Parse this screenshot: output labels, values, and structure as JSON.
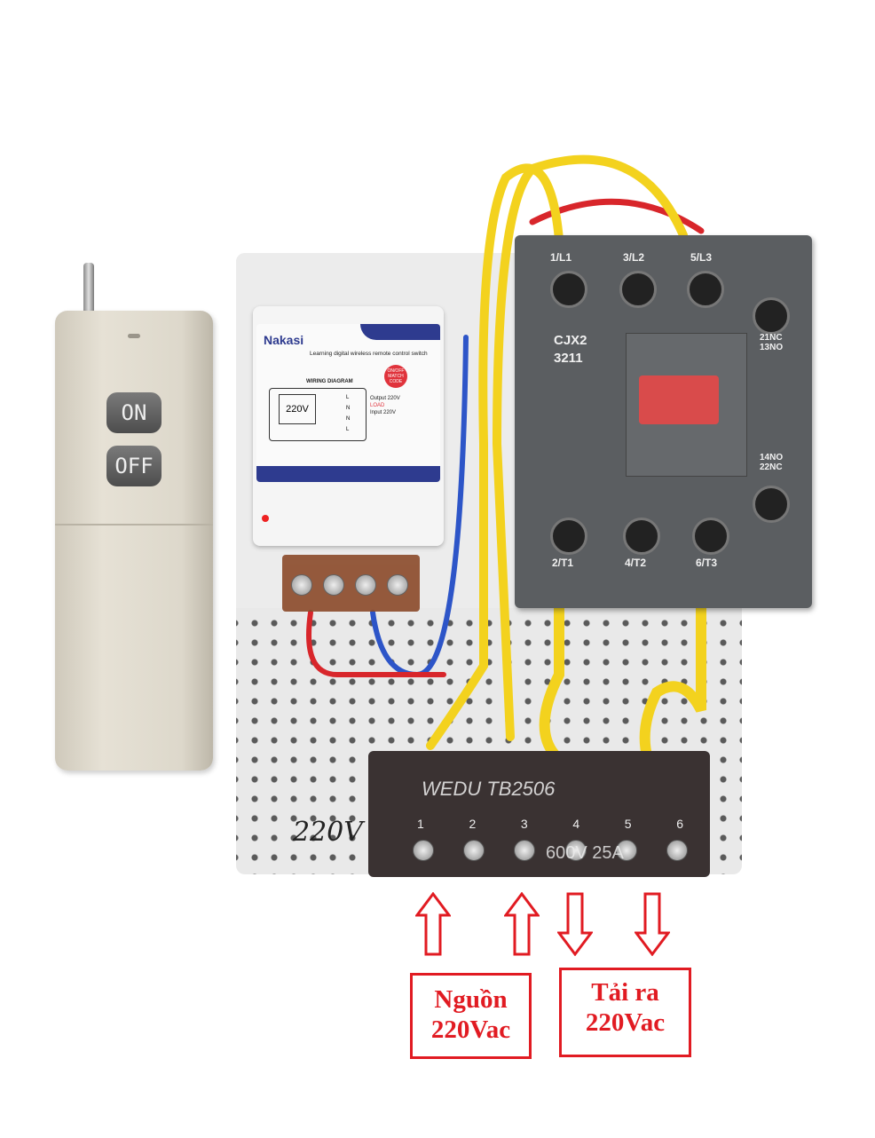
{
  "remote": {
    "on_label": "ON",
    "off_label": "OFF"
  },
  "module": {
    "brand": "Nakasi",
    "subtitle": "Learning digital wireless remote control switch",
    "wiring_title": "WIRING DIAGRAM",
    "voltage": "220V",
    "onoff_button": "ON/OFF MATCH CODE",
    "output_label": "Output 220V",
    "load_label": "LOAD",
    "input_label": "Input 220V",
    "terminal_labels": [
      "L",
      "N",
      "N",
      "L"
    ]
  },
  "contactor": {
    "model": "CJX2",
    "rating": "3211",
    "top_terminals": [
      "1/L1",
      "3/L2",
      "5/L3"
    ],
    "bottom_terminals": [
      "2/T1",
      "4/T2",
      "6/T3"
    ],
    "aux_top": "21NC 13NO",
    "aux_bottom": "14NO 22NC"
  },
  "terminal_block": {
    "brand_text": "WEDU TB2506",
    "numbers": [
      "1",
      "2",
      "3",
      "4",
      "5",
      "6"
    ],
    "rating_text": "600V 25A"
  },
  "board": {
    "handwritten": "220V"
  },
  "annotations": {
    "source_label_line1": "Nguồn",
    "source_label_line2": "220Vac",
    "load_label_line1": "Tải ra",
    "load_label_line2": "220Vac",
    "arrow_color": "#e11b22"
  }
}
